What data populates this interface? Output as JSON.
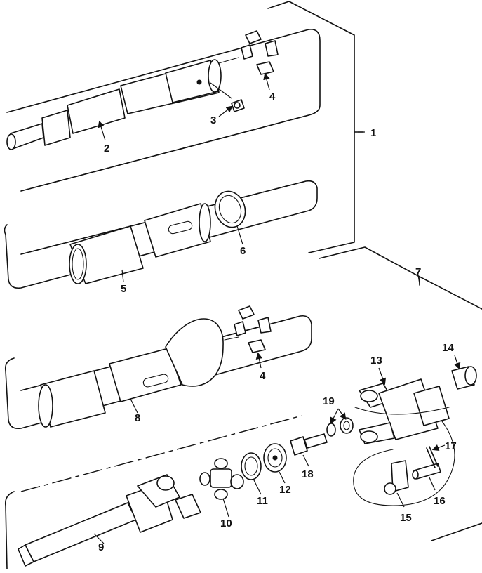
{
  "callouts": {
    "c1": "1",
    "c2": "2",
    "c3": "3",
    "c4a": "4",
    "c4b": "4",
    "c5": "5",
    "c6": "6",
    "c7": "7",
    "c8": "8",
    "c9": "9",
    "c10": "10",
    "c11": "11",
    "c12": "12",
    "c13": "13",
    "c14": "14",
    "c15": "15",
    "c16": "16",
    "c17": "17",
    "c18": "18",
    "c19": "19"
  },
  "colors": {
    "line": "#111111",
    "background": "#ffffff"
  }
}
